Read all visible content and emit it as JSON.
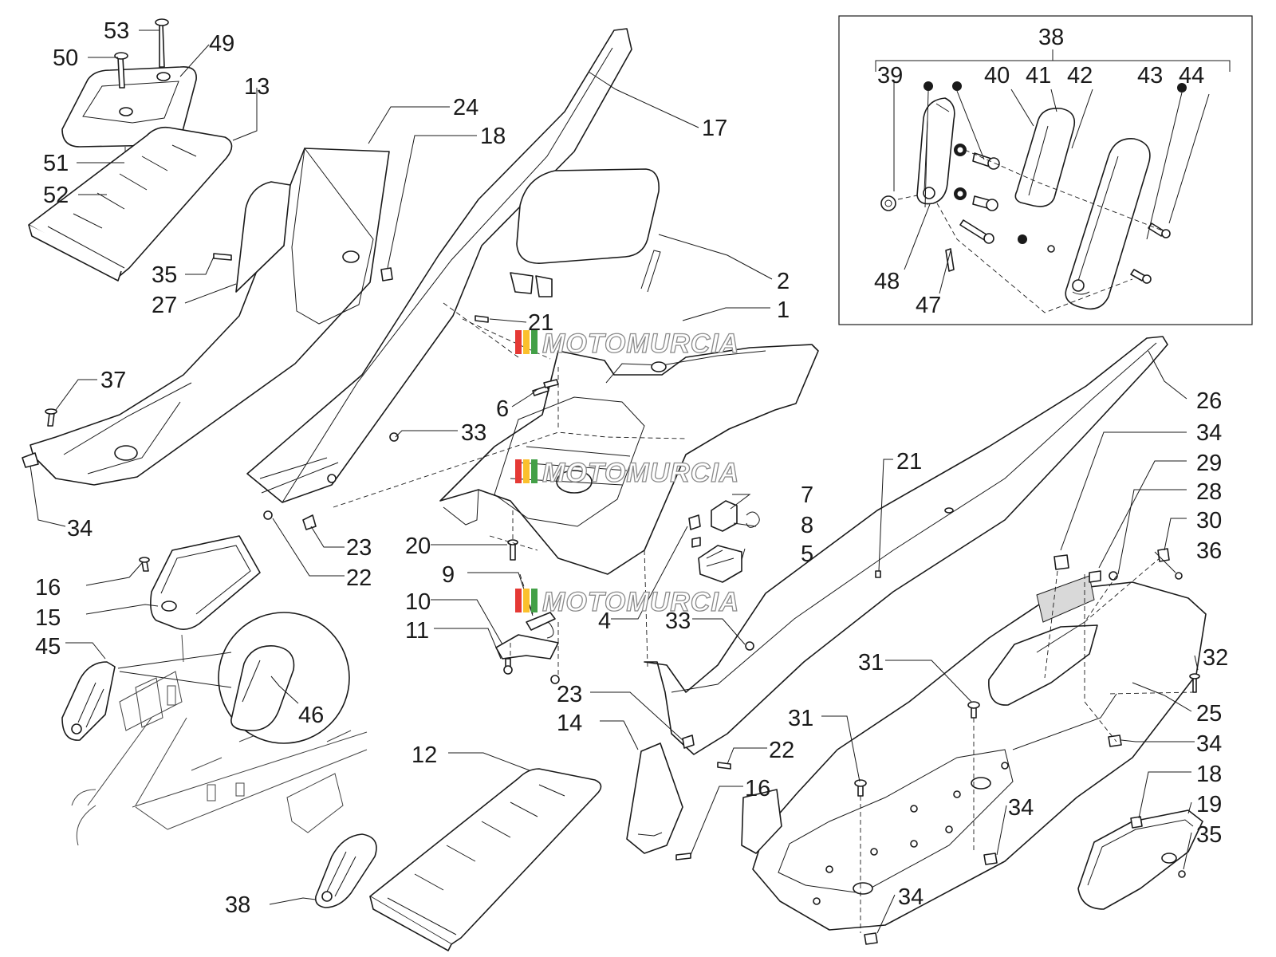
{
  "watermark": {
    "text": "MOTOMURCIA",
    "stripe_colors": [
      "#e53935",
      "#fbc02d",
      "#43a047"
    ]
  },
  "callouts": [
    {
      "id": "c53",
      "text": "53"
    },
    {
      "id": "c49",
      "text": "49"
    },
    {
      "id": "c50",
      "text": "50"
    },
    {
      "id": "c13",
      "text": "13"
    },
    {
      "id": "c51",
      "text": "51"
    },
    {
      "id": "c52",
      "text": "52"
    },
    {
      "id": "c24",
      "text": "24"
    },
    {
      "id": "c18a",
      "text": "18"
    },
    {
      "id": "c17",
      "text": "17"
    },
    {
      "id": "c35a",
      "text": "35"
    },
    {
      "id": "c27",
      "text": "27"
    },
    {
      "id": "c2",
      "text": "2"
    },
    {
      "id": "c1",
      "text": "1"
    },
    {
      "id": "c21a",
      "text": "21"
    },
    {
      "id": "c37",
      "text": "37"
    },
    {
      "id": "c6",
      "text": "6"
    },
    {
      "id": "c33a",
      "text": "33"
    },
    {
      "id": "c34a",
      "text": "34"
    },
    {
      "id": "c23a",
      "text": "23"
    },
    {
      "id": "c22a",
      "text": "22"
    },
    {
      "id": "c16a",
      "text": "16"
    },
    {
      "id": "c15",
      "text": "15"
    },
    {
      "id": "c20",
      "text": "20"
    },
    {
      "id": "c7",
      "text": "7"
    },
    {
      "id": "c8",
      "text": "8"
    },
    {
      "id": "c5",
      "text": "5"
    },
    {
      "id": "c9",
      "text": "9"
    },
    {
      "id": "c10",
      "text": "10"
    },
    {
      "id": "c11",
      "text": "11"
    },
    {
      "id": "c4",
      "text": "4"
    },
    {
      "id": "c33b",
      "text": "33"
    },
    {
      "id": "c45",
      "text": "45"
    },
    {
      "id": "c46",
      "text": "46"
    },
    {
      "id": "c21b",
      "text": "21"
    },
    {
      "id": "c26",
      "text": "26"
    },
    {
      "id": "c34b",
      "text": "34"
    },
    {
      "id": "c29",
      "text": "29"
    },
    {
      "id": "c28",
      "text": "28"
    },
    {
      "id": "c30",
      "text": "30"
    },
    {
      "id": "c36",
      "text": "36"
    },
    {
      "id": "c31a",
      "text": "31"
    },
    {
      "id": "c32",
      "text": "32"
    },
    {
      "id": "c23b",
      "text": "23"
    },
    {
      "id": "c14",
      "text": "14"
    },
    {
      "id": "c22b",
      "text": "22"
    },
    {
      "id": "c31b",
      "text": "31"
    },
    {
      "id": "c25",
      "text": "25"
    },
    {
      "id": "c34c",
      "text": "34"
    },
    {
      "id": "c12",
      "text": "12"
    },
    {
      "id": "c16b",
      "text": "16"
    },
    {
      "id": "c18b",
      "text": "18"
    },
    {
      "id": "c19",
      "text": "19"
    },
    {
      "id": "c34d",
      "text": "34"
    },
    {
      "id": "c35b",
      "text": "35"
    },
    {
      "id": "c38a",
      "text": "38"
    },
    {
      "id": "c34e",
      "text": "34"
    },
    {
      "id": "c38b",
      "text": "38"
    },
    {
      "id": "c39",
      "text": "39"
    },
    {
      "id": "c40",
      "text": "40"
    },
    {
      "id": "c41",
      "text": "41"
    },
    {
      "id": "c42",
      "text": "42"
    },
    {
      "id": "c43",
      "text": "43"
    },
    {
      "id": "c44",
      "text": "44"
    },
    {
      "id": "c48",
      "text": "48"
    },
    {
      "id": "c47",
      "text": "47"
    }
  ]
}
